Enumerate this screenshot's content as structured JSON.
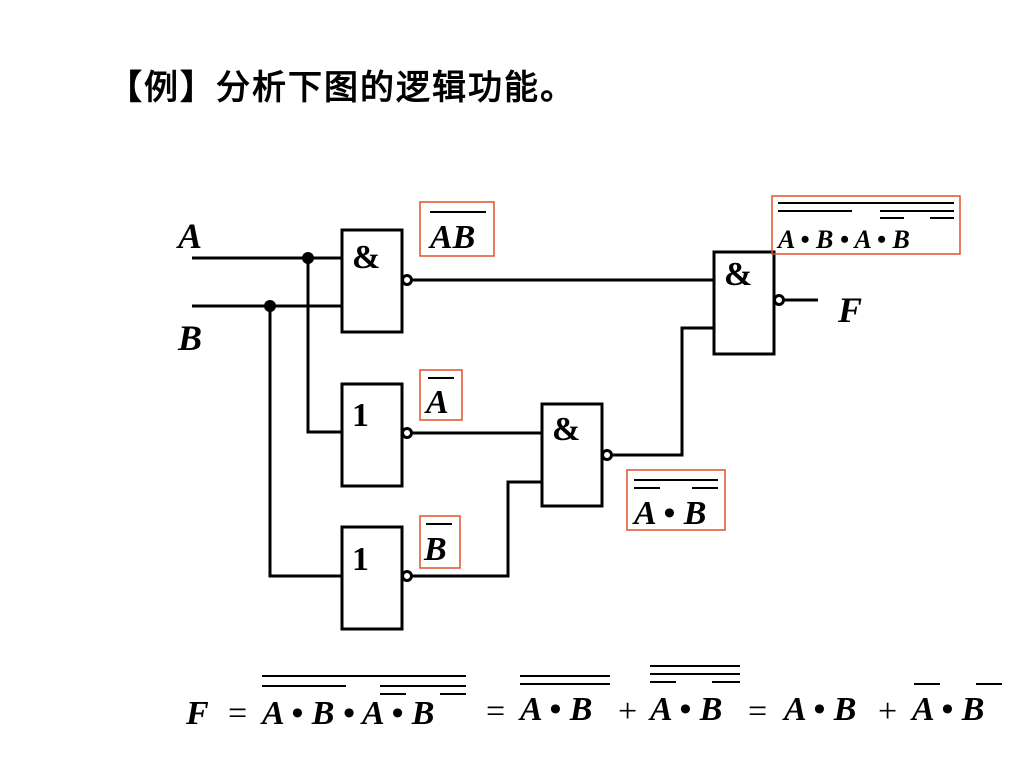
{
  "title": "【例】分析下图的逻辑功能。",
  "inputs": {
    "a": "A",
    "b": "B"
  },
  "output": "F",
  "gates": {
    "nand1": "&",
    "not_a": "1",
    "not_b": "1",
    "nand2": "&",
    "nand3": "&"
  },
  "annotations": {
    "nand_ab": "AB",
    "not_a": "A",
    "not_b": "B",
    "nand_abar_bbar": "A • B",
    "output_expr": "A • B • A • B"
  },
  "equation": {
    "lhs": "F",
    "eq1": "=",
    "t1": "A • B • A • B",
    "eq2": "=",
    "t2": "A • B",
    "plus1": "+",
    "t3": "A • B",
    "eq3": "=",
    "t4": "A • B",
    "plus2": "+",
    "t5": "A • B"
  },
  "colors": {
    "annotation_border": "#e0502a",
    "line": "#000000"
  }
}
